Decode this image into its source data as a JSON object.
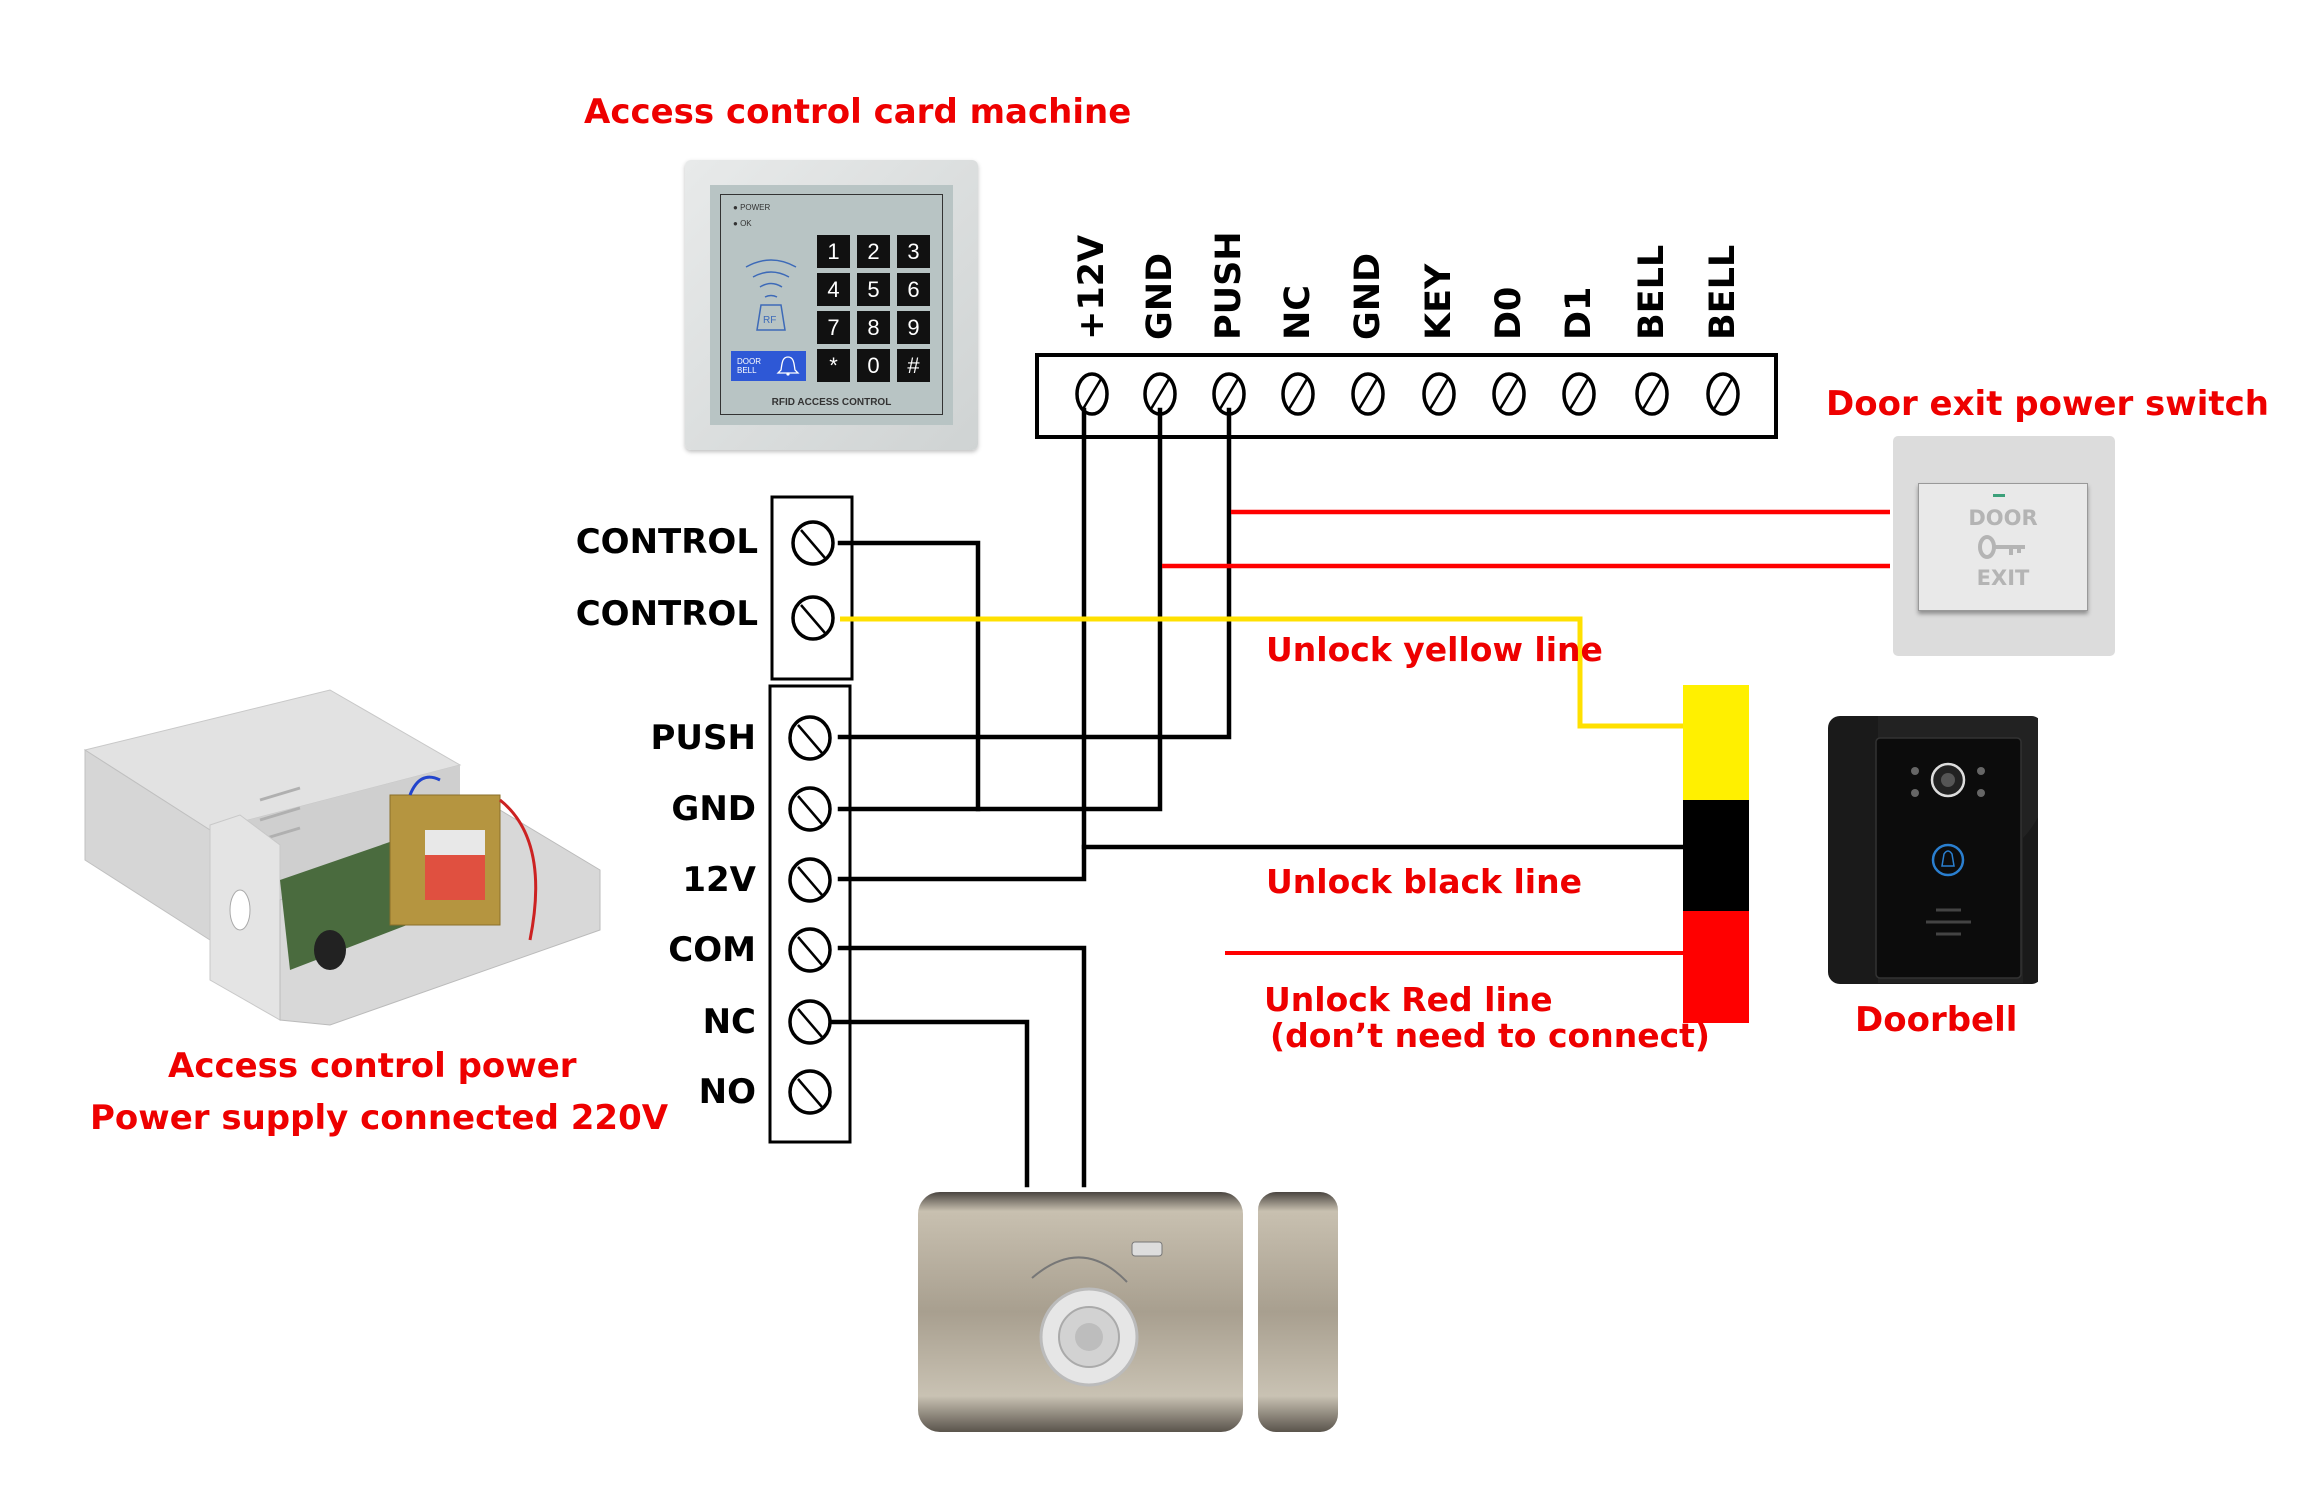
{
  "titles": {
    "card_machine": "Access control card machine",
    "exit_switch": "Door exit power switch",
    "doorbell": "Doorbell",
    "power_line1": "Access control power",
    "power_line2": "Power supply connected 220V"
  },
  "card_machine": {
    "leds": [
      "POWER",
      "OK"
    ],
    "keys": [
      "1",
      "2",
      "3",
      "4",
      "5",
      "6",
      "7",
      "8",
      "9",
      "*",
      "0",
      "#"
    ],
    "rf_label": "RF",
    "doorbell_badge": [
      "DOOR",
      "BELL"
    ],
    "footer": "RFID ACCESS CONTROL"
  },
  "top_terminal": {
    "labels": [
      "+12V",
      "GND",
      "PUSH",
      "NC",
      "GND",
      "KEY",
      "D0",
      "D1",
      "BELL",
      "BELL"
    ]
  },
  "control_terminal": {
    "labels": [
      "CONTROL",
      "CONTROL"
    ]
  },
  "power_terminal": {
    "labels": [
      "PUSH",
      "GND",
      "12V",
      "COM",
      "NC",
      "NO"
    ]
  },
  "exit_switch": {
    "top_text": "DOOR",
    "bottom_text": "EXIT"
  },
  "cable_annotations": {
    "yellow": "Unlock yellow line",
    "black": "Unlock black line",
    "red_line1": "Unlock Red line",
    "red_line2": "(don’t need to connect)"
  },
  "colors": {
    "title_red": "#ee0000",
    "wire_black": "#000000",
    "wire_yellow": "#ffe000",
    "wire_red": "#ff0000",
    "cable_yellow": "#fff000",
    "cable_black": "#000000",
    "cable_red": "#ff0000"
  }
}
